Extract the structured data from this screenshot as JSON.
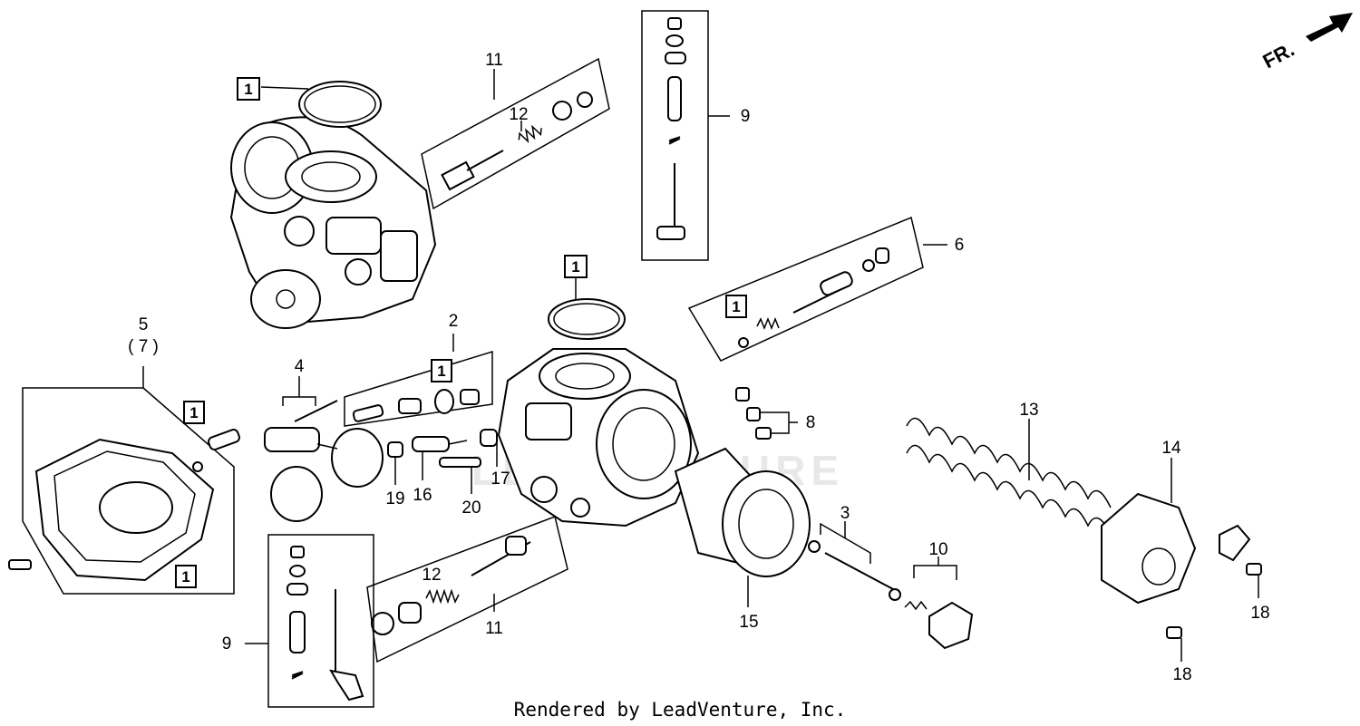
{
  "watermark": "LEADVENTURE",
  "front_arrow": {
    "label": "FR."
  },
  "credit": "Rendered by LeadVenture, Inc.",
  "callouts": {
    "c11_top": "11",
    "c12_top": "12",
    "c9_top": "9",
    "c6": "6",
    "c2": "2",
    "c4": "4",
    "c5": "5",
    "c7": "( 7 )",
    "c8": "8",
    "c13": "13",
    "c14": "14",
    "c3": "3",
    "c10": "10",
    "c15": "15",
    "c16": "16",
    "c17": "17",
    "c19": "19",
    "c20": "20",
    "c12_bottom": "12",
    "c11_bottom": "11",
    "c9_bottom": "9",
    "c18_a": "18",
    "c18_b": "18"
  },
  "boxed_label": "1"
}
